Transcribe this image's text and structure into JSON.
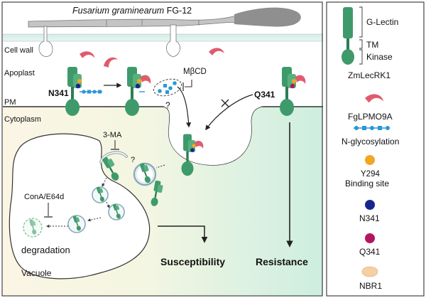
{
  "colors": {
    "receptor": "#3f9a6b",
    "receptor_dark": "#2e7d54",
    "effector": "#e05b6d",
    "glyco": "#2a98d4",
    "binding_site": "#f3a623",
    "n341": "#17268f",
    "q341": "#b41561",
    "nbr1": "#f6cfa3",
    "hypha": "#a8a8a8",
    "cell_wall": "#cfe9e4"
  },
  "diagram": {
    "organism_name": "Fusarium graminearum",
    "organism_strain": " FG-12",
    "compartments": {
      "cell_wall": "Cell wall",
      "apoplast": "Apoplast",
      "pm": "PM",
      "cytoplasm": "Cytoplasm",
      "vacuole": "Vacuole"
    },
    "residues": {
      "left": "N341",
      "right": "Q341"
    },
    "inhibitors": {
      "mbcd": "MβCD",
      "three_ma": "3-MA",
      "cona": "ConA/E64d"
    },
    "question_mark": "?",
    "outcomes": {
      "degradation": "degradation",
      "susceptibility": "Susceptibility",
      "resistance": "Resistance"
    }
  },
  "legend": {
    "g_lectin": "G-Lectin",
    "tm": "TM",
    "kinase": "Kinase",
    "zmlecrk1": "ZmLecRK1",
    "fglpmo9a": "FgLPMO9A",
    "n_glyco": "N-glycosylation",
    "y294": "Y294",
    "binding_site": "Binding site",
    "n341": "N341",
    "q341": "Q341",
    "nbr1": "NBR1"
  }
}
